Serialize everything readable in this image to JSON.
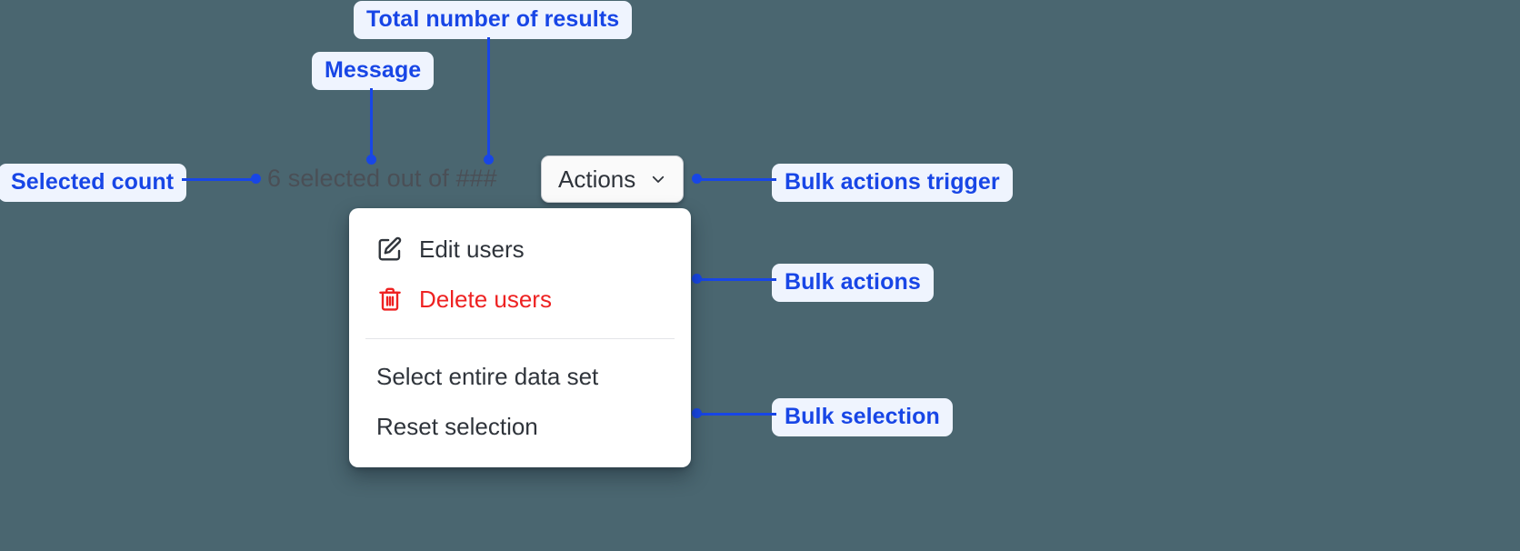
{
  "canvas": {
    "background_color": "#4a6670",
    "annotation_color": "#1846e6",
    "annotation_pill_background": "#eff4fe"
  },
  "annotations": [
    {
      "id": "total-results",
      "label": "Total number of results"
    },
    {
      "id": "message",
      "label": "Message"
    },
    {
      "id": "selected-count",
      "label": "Selected count"
    },
    {
      "id": "bulk-trigger",
      "label": "Bulk actions trigger"
    },
    {
      "id": "bulk-actions",
      "label": "Bulk actions"
    },
    {
      "id": "bulk-selection",
      "label": "Bulk selection"
    }
  ],
  "selection_bar": {
    "message_text": "6 selected out of ###",
    "selected_count": "6",
    "total_results_placeholder": "###",
    "message_color": "#4a4f56"
  },
  "actions_button": {
    "label": "Actions",
    "chevron_icon": "chevron-down-icon",
    "background_color": "#fafafa",
    "border_color": "#c9ccd1",
    "text_color": "#2f343b"
  },
  "menu": {
    "groups": [
      {
        "id": "bulk-actions",
        "items": [
          {
            "label": "Edit users",
            "icon": "pencil-square-icon",
            "tone": "default",
            "color": "#2f343b"
          },
          {
            "label": "Delete users",
            "icon": "trash-icon",
            "tone": "danger",
            "color": "#ee2222"
          }
        ]
      },
      {
        "id": "bulk-selection",
        "items": [
          {
            "label": "Select entire data set",
            "icon": null,
            "tone": "default",
            "color": "#2f343b"
          },
          {
            "label": "Reset selection",
            "icon": null,
            "tone": "default",
            "color": "#2f343b"
          }
        ]
      }
    ],
    "background_color": "#ffffff",
    "separator_color": "#e3e5e8"
  }
}
